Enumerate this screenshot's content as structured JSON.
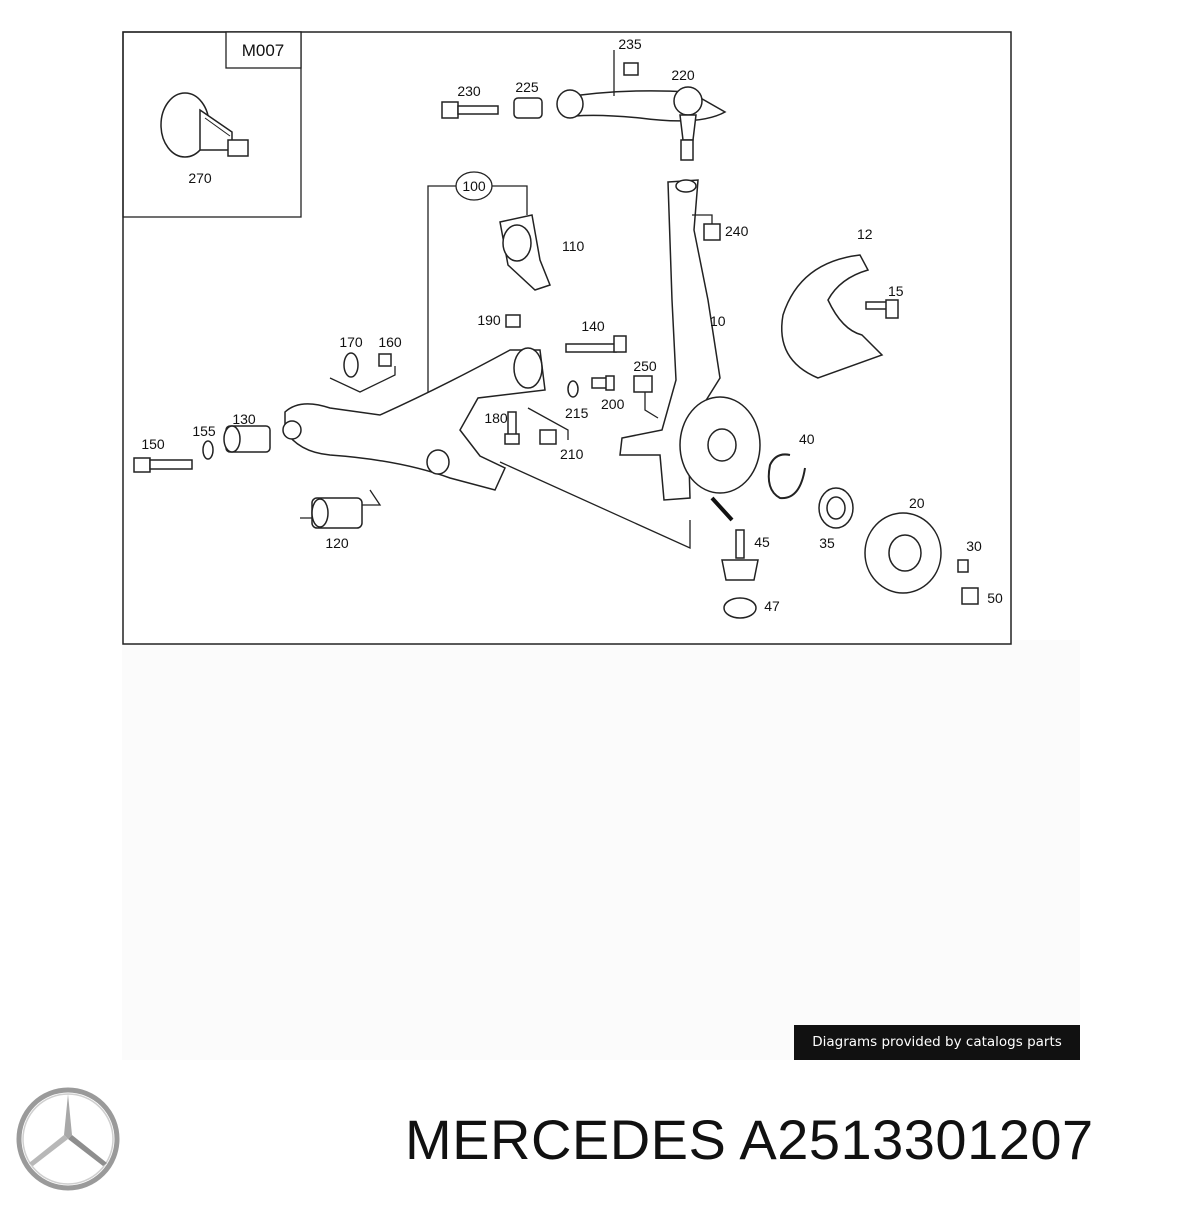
{
  "inset": {
    "code": "M007",
    "part_label": "270"
  },
  "group_label": "100",
  "parts": {
    "p235": "235",
    "p230": "230",
    "p225": "225",
    "p220": "220",
    "p240": "240",
    "p110": "110",
    "p12": "12",
    "p15": "15",
    "p10": "10",
    "p190": "190",
    "p140": "140",
    "p170": "170",
    "p160": "160",
    "p250": "250",
    "p215": "215",
    "p200": "200",
    "p130": "130",
    "p155": "155",
    "p150": "150",
    "p180": "180",
    "p210": "210",
    "p40": "40",
    "p20": "20",
    "p35": "35",
    "p30": "30",
    "p50": "50",
    "p45": "45",
    "p47": "47",
    "p120": "120"
  },
  "credit": "Diagrams provided by catalogs parts",
  "brand": "MERCEDES",
  "part_number": "A2513301207",
  "logo_icon": "mercedes-star-icon"
}
